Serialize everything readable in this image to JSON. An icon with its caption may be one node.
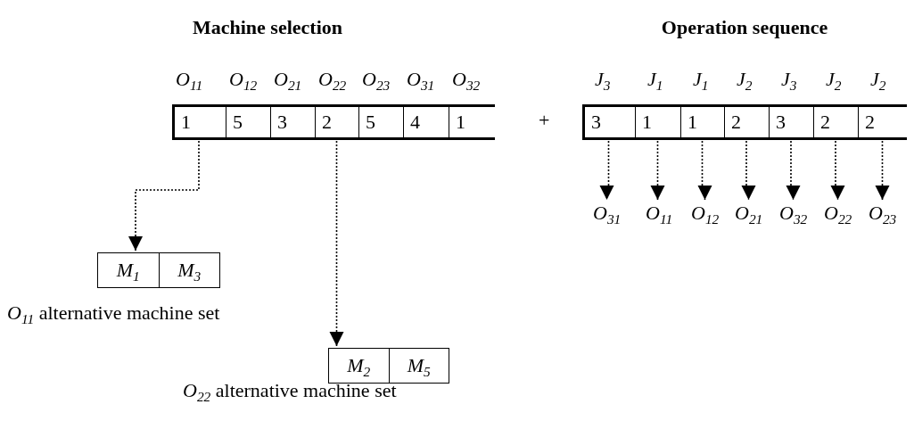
{
  "diagram": {
    "nodes": [
      {
        "text": [
          "1"
        ],
        "beside": [
          "O$_{11}$"
        ]
      },
      {
        "text": [
          "5"
        ],
        "beside": [
          "O$_{12}$"
        ]
      },
      {
        "text": [
          "3"
        ],
        "beside": [
          "O$_{21}$"
        ]
      },
      {
        "text": [
          "2"
        ],
        "beside": [
          "O$_{22}$"
        ]
      },
      {
        "text": [
          "5"
        ],
        "beside": [
          "O$_{23}$"
        ]
      },
      {
        "text": [
          "4"
        ],
        "beside": [
          "O$_{31}$"
        ]
      },
      {
        "text": [
          "1"
        ],
        "beside": [
          "O$_{32}$"
        ]
      },
      {
        "text": [
          "M$_{1}$",
          "M$_{3}$"
        ],
        "beside": [
          "*O*$_{11}$ alternative machine set"
        ]
      },
      {
        "text": [
          "M$_{2}$",
          "M$_{5}$"
        ],
        "beside": [
          "*O*$_{22}$ alternative machine set"
        ]
      },
      {
        "text": [
          "3"
        ],
        "beside": [
          "J$_{3}$"
        ]
      },
      {
        "text": [
          "1"
        ],
        "beside": [
          "J$_{1}$"
        ]
      },
      {
        "text": [
          "1"
        ],
        "beside": [
          "J$_{1}$"
        ]
      },
      {
        "text": [
          "2"
        ],
        "beside": [
          "J$_{2}$"
        ]
      },
      {
        "text": [
          "3"
        ],
        "beside": [
          "J$_{3}$"
        ]
      },
      {
        "text": [
          "2"
        ],
        "beside": [
          "J$_{2}$"
        ]
      },
      {
        "text": [
          "2"
        ],
        "beside": [
          "J$_{2}$"
        ]
      },
      {
        "text": [
          "O$_{31}$"
        ]
      },
      {
        "text": [
          "O$_{11}$"
        ]
      },
      {
        "text": [
          "O$_{12}$"
        ]
      },
      {
        "text": [
          "O$_{21}$"
        ]
      },
      {
        "text": [
          "O$_{32}$"
        ]
      },
      {
        "text": [
          "O$_{22}$"
        ]
      },
      {
        "text": [
          "O$_{23}$"
        ]
      }
    ],
    "edges": [
      {
        "from": 0,
        "to": 7,
        "arrow": "to",
        "style": "dashed"
      },
      {
        "from": 3,
        "to": 8,
        "arrow": "to",
        "style": "dashed"
      },
      {
        "from": 9,
        "to": 16,
        "arrow": "to",
        "style": "dashed"
      },
      {
        "from": 10,
        "to": 17,
        "arrow": "to",
        "style": "dashed"
      },
      {
        "from": 11,
        "to": 18,
        "arrow": "to",
        "style": "dashed"
      },
      {
        "from": 12,
        "to": 19,
        "arrow": "to",
        "style": "dashed"
      },
      {
        "from": 13,
        "to": 20,
        "arrow": "to",
        "style": "dashed"
      },
      {
        "from": 14,
        "to": 21,
        "arrow": "to",
        "style": "dashed"
      },
      {
        "from": 15,
        "to": 22,
        "arrow": "to",
        "style": "dashed"
      }
    ],
    "labels": [
      "Machine selection",
      "Operation sequence",
      "+"
    ]
  }
}
